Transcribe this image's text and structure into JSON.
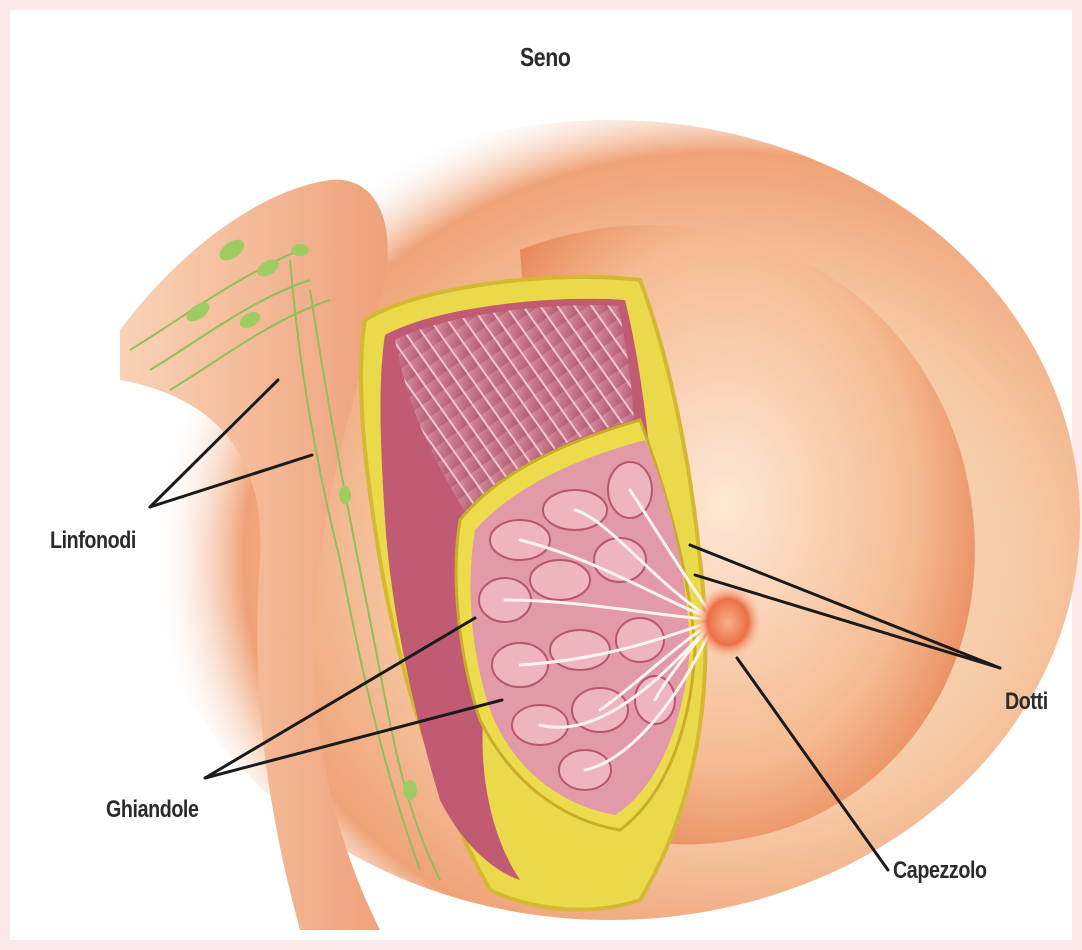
{
  "diagram": {
    "title": "Seno",
    "labels": {
      "linfonodi": "Linfonodi",
      "dotti": "Dotti",
      "ghiandole": "Ghiandole",
      "capezzolo": "Capezzolo"
    },
    "colors": {
      "page_border": "#fbe9ea",
      "skin": "#f2a06f",
      "skin_light": "#fbe0c8",
      "fat": "#e8d84a",
      "muscle": "#c9728a",
      "gland": "#e6a0ac",
      "nipple": "#e8603a",
      "lymph": "#8fbf5a",
      "leader_line": "#1a1a1a"
    }
  }
}
